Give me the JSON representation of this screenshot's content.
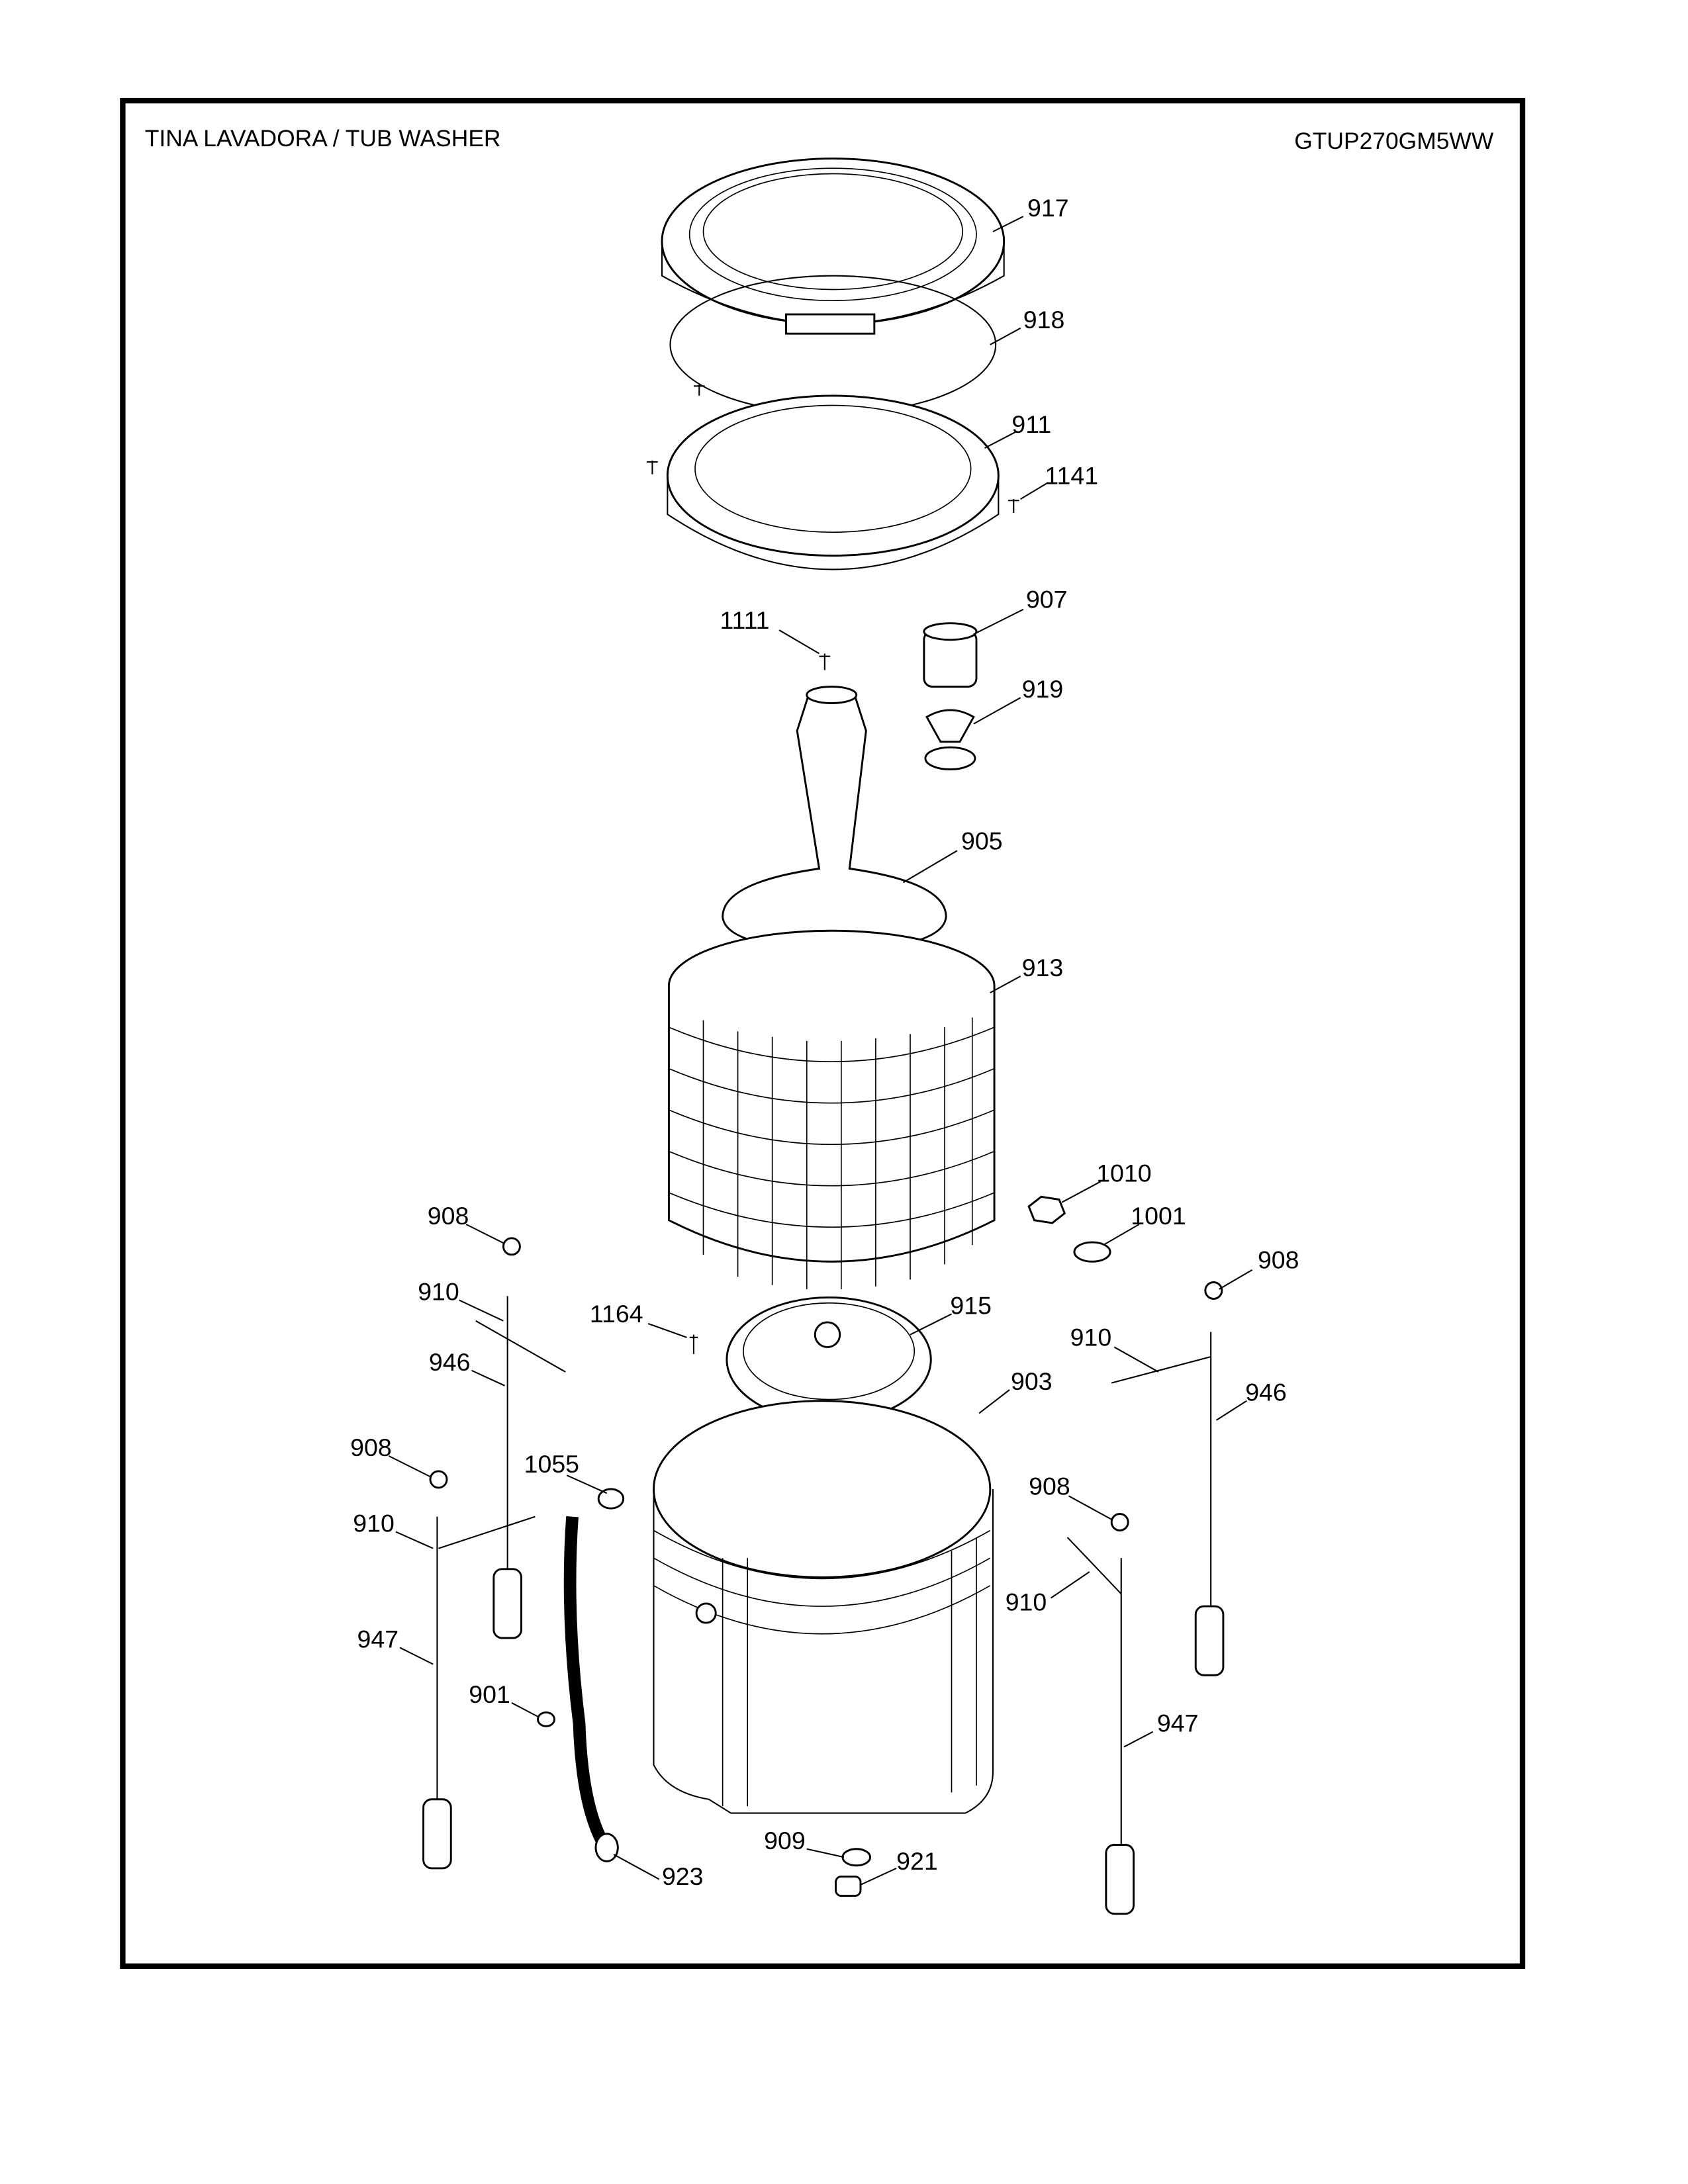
{
  "header": {
    "title": "TINA LAVADORA / TUB WASHER",
    "model": "GTUP270GM5WW"
  },
  "labels": [
    "917",
    "918",
    "911",
    "1141",
    "907",
    "1111",
    "919",
    "905",
    "913",
    "1010",
    "1001",
    "908",
    "908",
    "910",
    "1164",
    "915",
    "910",
    "946",
    "903",
    "946",
    "908",
    "1055",
    "908",
    "910",
    "910",
    "947",
    "901",
    "947",
    "909",
    "921",
    "923"
  ]
}
